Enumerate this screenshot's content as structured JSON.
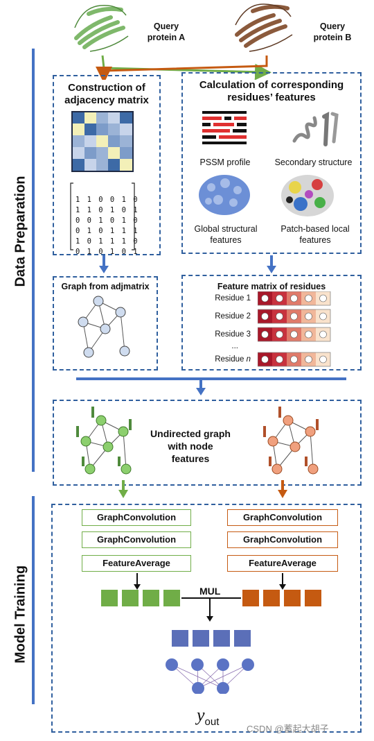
{
  "query_a": {
    "line1": "Query",
    "line2": "protein A"
  },
  "query_b": {
    "line1": "Query",
    "line2": "protein B"
  },
  "side_labels": {
    "data_prep": "Data Preparation",
    "model_training": "Model Training"
  },
  "adjacency": {
    "title1": "Construction of",
    "title2": "adjacency matrix",
    "rows": [
      "1 1 0 0 1 0",
      "1 1 0 1 0 1",
      "0 0 1 0 1 0",
      "0 1 0 1 1 1",
      "1 0 1 1 1 0",
      "0 1 0 1 0 1"
    ]
  },
  "features": {
    "title1": "Calculation of corresponding",
    "title2": "residues’ features",
    "pssm": "PSSM profile",
    "secondary": "Secondary structure",
    "global1": "Global structural",
    "global2": "features",
    "patch1": "Patch-based local",
    "patch2": "features"
  },
  "graph_box": {
    "title": "Graph from adjmatrix"
  },
  "feature_matrix": {
    "title": "Feature matrix of residues",
    "residues": [
      "Residue 1",
      "Residue 2",
      "Residue 3",
      "...",
      "Residue "
    ],
    "residue_n": "n"
  },
  "undirected": {
    "line1": "Undirected graph",
    "line2": "with node",
    "line3": "features"
  },
  "model": {
    "left": [
      "GraphConvolution",
      "GraphConvolution",
      "FeatureAverage"
    ],
    "right": [
      "GraphConvolution",
      "GraphConvolution",
      "FeatureAverage"
    ],
    "mul": "MUL",
    "y": "y",
    "y_sub": "out"
  },
  "watermark": "CSDN @蓄起大胡子",
  "colors": {
    "green": "#70ad47",
    "orange": "#c55a11",
    "blue": "#4472c4",
    "dash": "#2f5f9e"
  }
}
